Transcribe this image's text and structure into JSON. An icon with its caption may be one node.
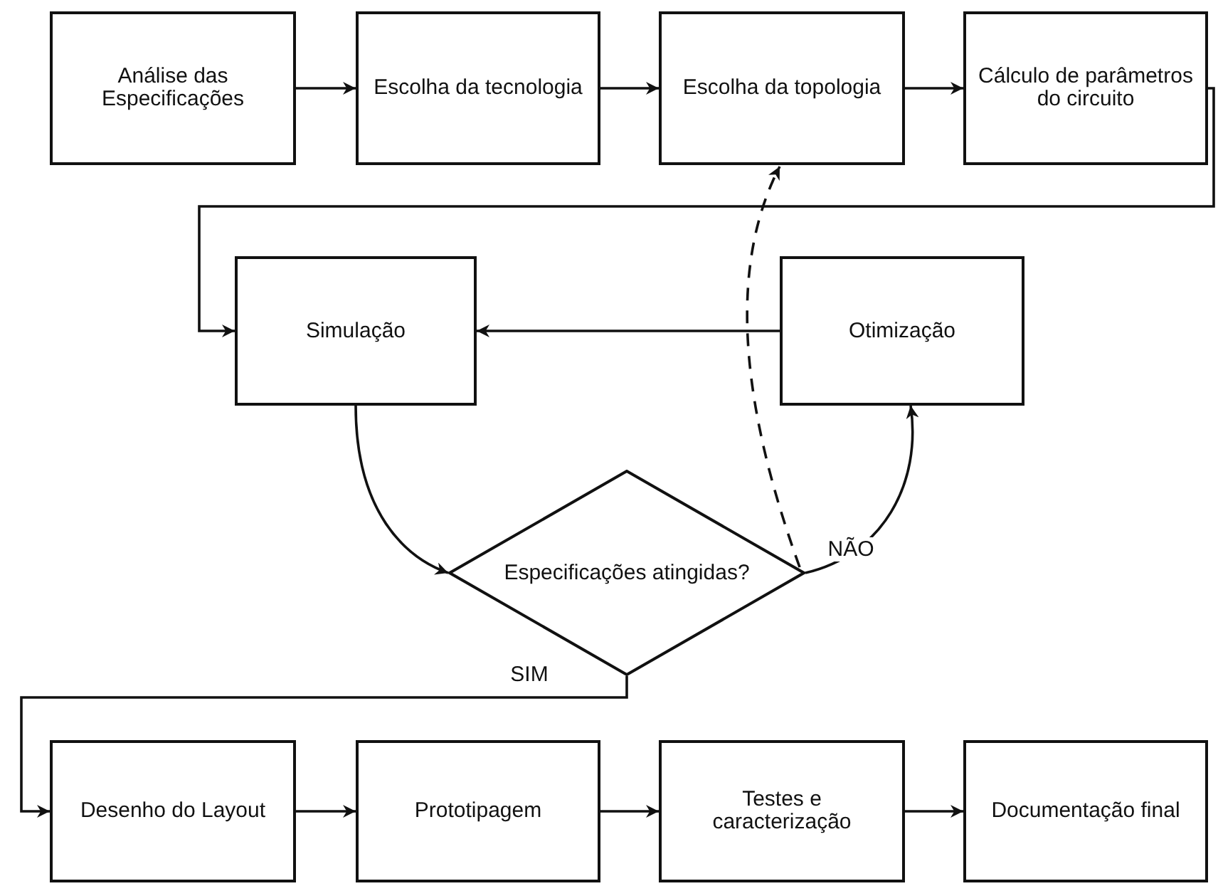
{
  "diagram": {
    "nodes": [
      {
        "text": [
          "Análise das Especificações"
        ]
      },
      {
        "text": [
          "Escolha da tecnologia"
        ]
      },
      {
        "text": [
          "Escolha da topologia"
        ]
      },
      {
        "text": [
          "Cálculo de parâmetros do circuito"
        ]
      },
      {
        "text": [
          "Simulação"
        ]
      },
      {
        "text": [
          "Otimização"
        ]
      },
      {
        "text": [
          "Especificações atingidas?"
        ]
      },
      {
        "text": [
          "Desenho do Layout"
        ]
      },
      {
        "text": [
          "Prototipagem"
        ]
      },
      {
        "text": [
          "Testes e caracterização"
        ]
      },
      {
        "text": [
          "Documentação final"
        ]
      }
    ],
    "edges": [
      {
        "from": 0,
        "to": 1,
        "arrow": "to"
      },
      {
        "from": 1,
        "to": 2,
        "arrow": "to"
      },
      {
        "from": 2,
        "to": 3,
        "arrow": "to"
      },
      {
        "from": 3,
        "to": 4,
        "arrow": "to"
      },
      {
        "from": 5,
        "to": 4,
        "arrow": "to"
      },
      {
        "from": 4,
        "to": 6,
        "arrow": "to"
      },
      {
        "from": 6,
        "to": 5,
        "arrow": "to",
        "label": "NÃO"
      },
      {
        "from": 6,
        "to": 2,
        "arrow": "to",
        "style": "dashed"
      },
      {
        "from": 6,
        "to": 7,
        "arrow": "to",
        "label": "SIM"
      },
      {
        "from": 7,
        "to": 8,
        "arrow": "to"
      },
      {
        "from": 8,
        "to": 9,
        "arrow": "to"
      },
      {
        "from": 9,
        "to": 10,
        "arrow": "to"
      }
    ]
  }
}
